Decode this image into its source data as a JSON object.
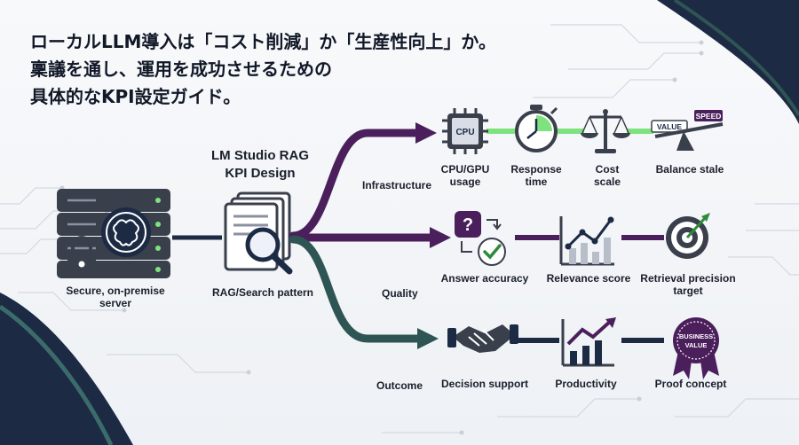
{
  "title": {
    "line1": "ローカルLLM導入は「コスト削減」か「生産性向上」か。",
    "line2": "稟議を通し、運用を成功させるための",
    "line3": "具体的なKPI設定ガイド。"
  },
  "left_node": {
    "label_line1": "Secure, on-premise",
    "label_line2": "server"
  },
  "center_node": {
    "title_line1": "LM Studio RAG",
    "title_line2": "KPI Design",
    "label": "RAG/Search pattern"
  },
  "categories": {
    "infrastructure": "Infrastructure",
    "quality": "Quality",
    "outcome": "Outcome"
  },
  "infrastructure_row": {
    "cpu_icon_text": "CPU",
    "items": [
      {
        "line1": "CPU/GPU",
        "line2": "usage"
      },
      {
        "line1": "Response",
        "line2": "time"
      },
      {
        "line1": "Cost",
        "line2": "scale"
      },
      {
        "line1": "Balance stale",
        "line2": ""
      }
    ],
    "seesaw_value": "VALUE",
    "seesaw_speed": "SPEED"
  },
  "quality_row": {
    "items": [
      {
        "line1": "Answer accuracy",
        "line2": ""
      },
      {
        "line1": "Relevance score",
        "line2": ""
      },
      {
        "line1": "Retrieval precision",
        "line2": "target"
      }
    ]
  },
  "outcome_row": {
    "items": [
      {
        "line1": "Decision support",
        "line2": ""
      },
      {
        "line1": "Productivity",
        "line2": ""
      },
      {
        "line1": "Proof concept",
        "line2": ""
      }
    ],
    "badge_line1": "BUSINESS",
    "badge_line2": "VALUE"
  },
  "colors": {
    "navy": "#1c2a44",
    "purple": "#4a1f5c",
    "green": "#7ee37e",
    "teal": "#2f5454"
  }
}
